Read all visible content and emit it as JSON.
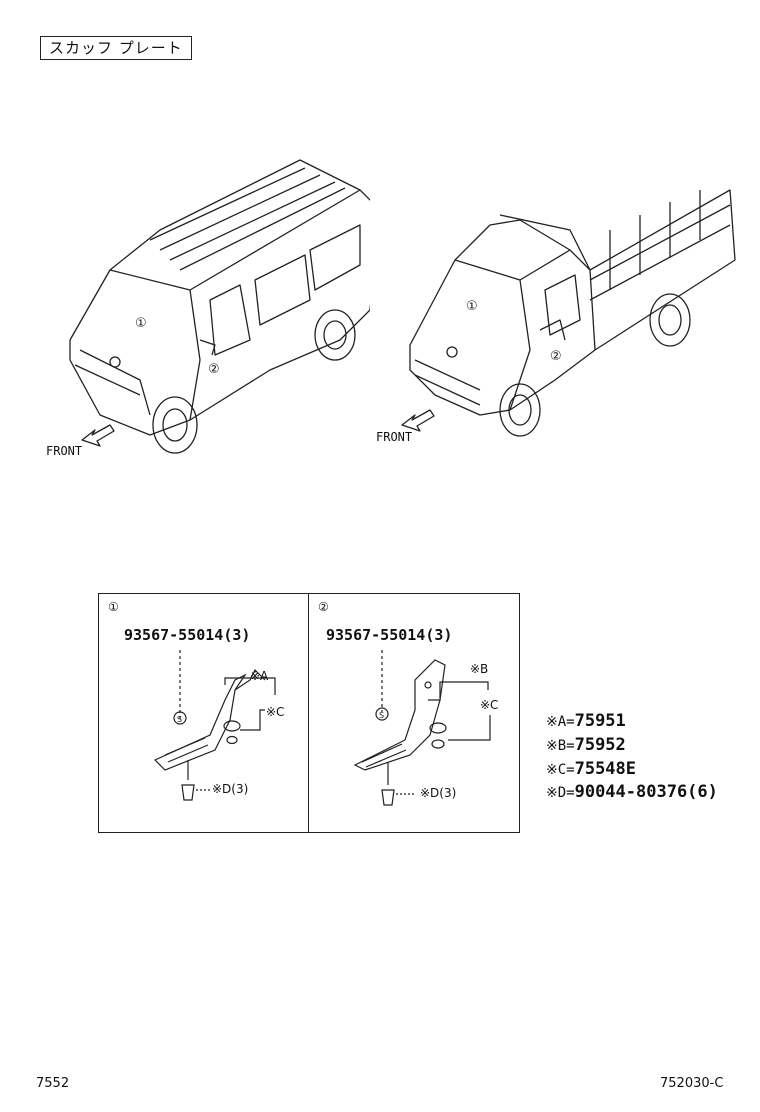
{
  "title": "スカッフ プレート",
  "illustrations": {
    "van": {
      "callouts": [
        "①",
        "②"
      ],
      "front_label": "FRONT"
    },
    "truck": {
      "callouts": [
        "①",
        "②"
      ],
      "front_label": "FRONT"
    }
  },
  "detail_panels": [
    {
      "index": "①",
      "part_number": "93567-55014(3)",
      "marks": [
        "※A",
        "※C"
      ],
      "screw_label": "※D(3)",
      "s_mark": "S"
    },
    {
      "index": "②",
      "part_number": "93567-55014(3)",
      "marks": [
        "※B",
        "※C"
      ],
      "screw_label": "※D(3)",
      "s_mark": "S"
    }
  ],
  "legend": [
    {
      "key": "※A=",
      "value": "75951"
    },
    {
      "key": "※B=",
      "value": "75952"
    },
    {
      "key": "※C=",
      "value": "75548E"
    },
    {
      "key": "※D=",
      "value": "90044-80376(6)"
    }
  ],
  "footer": {
    "left": "7552",
    "right": "752030-C"
  }
}
